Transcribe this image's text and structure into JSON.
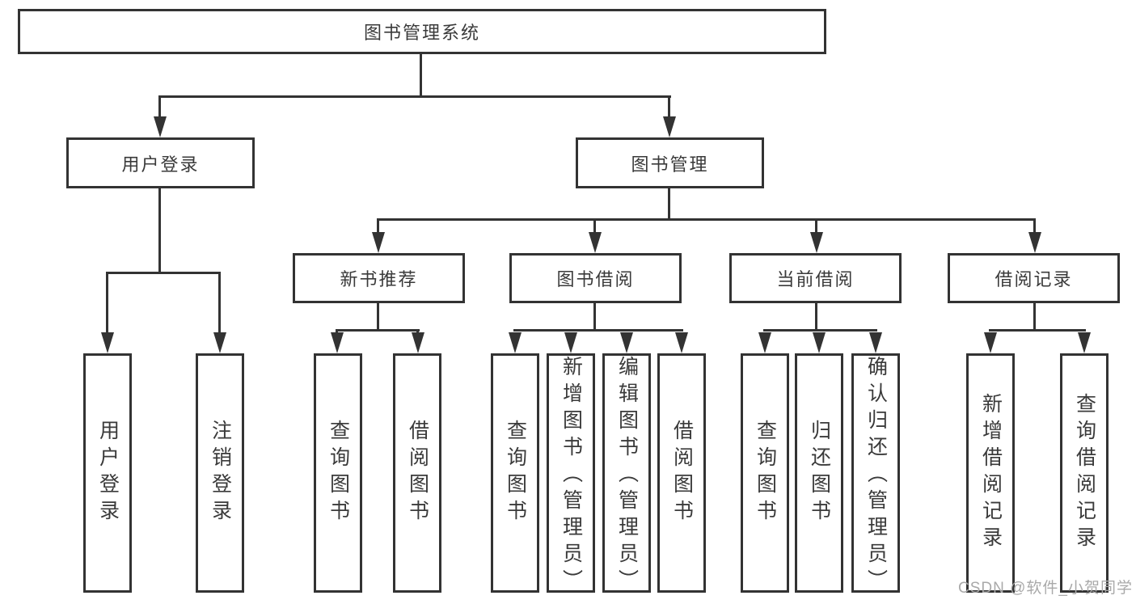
{
  "colors": {
    "line": "#333333",
    "text": "#3a3a3a",
    "watermark": "#a9a9a9",
    "background": "#ffffff"
  },
  "diagram": {
    "root": {
      "label": "图书管理系统"
    },
    "level2": {
      "user_login": {
        "label": "用户登录"
      },
      "book_management": {
        "label": "图书管理"
      }
    },
    "user_login_children": {
      "login": "用户登录",
      "logout": "注销登录"
    },
    "level3": {
      "new_book": {
        "label": "新书推荐"
      },
      "borrow": {
        "label": "图书借阅"
      },
      "current": {
        "label": "当前借阅"
      },
      "records": {
        "label": "借阅记录"
      }
    },
    "new_book_children": {
      "query": "查询图书",
      "borrow": "借阅图书"
    },
    "borrow_children": {
      "query": "查询图书",
      "add": "新增图书（管理员）",
      "edit": "编辑图书（管理员）",
      "borrow": "借阅图书"
    },
    "current_children": {
      "query": "查询图书",
      "return": "归还图书",
      "confirm": "确认归还（管理员）"
    },
    "records_children": {
      "add": "新增借阅记录",
      "query": "查询借阅记录"
    }
  },
  "watermark": {
    "text": "CSDN @软件_小贺同学"
  }
}
